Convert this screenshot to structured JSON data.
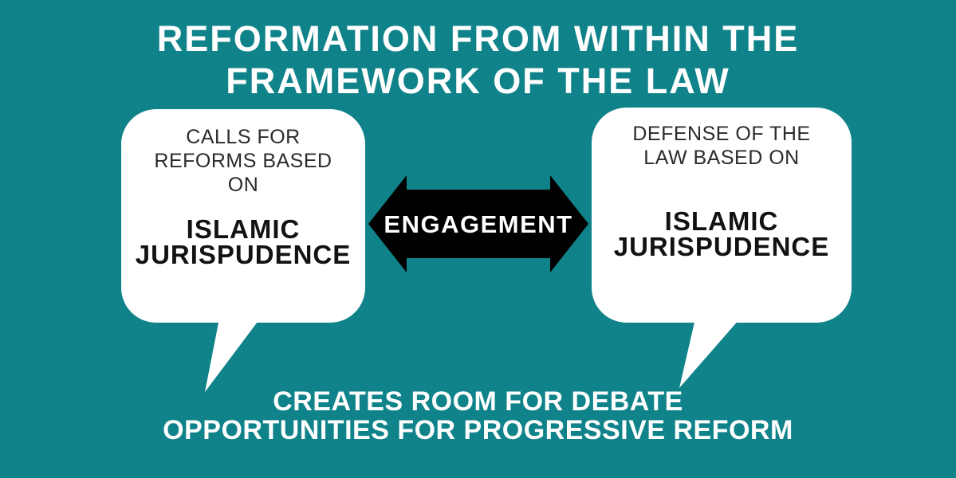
{
  "title": {
    "line1": "REFORMATION FROM WITHIN THE",
    "line2": "FRAMEWORK OF THE LAW"
  },
  "left_bubble": {
    "intro": "CALLS FOR\nREFORMS BASED\nON",
    "emphasis": "ISLAMIC\nJURISPUDENCE"
  },
  "right_bubble": {
    "intro": "DEFENSE OF THE\nLAW BASED ON",
    "emphasis": "ISLAMIC\nJURISPUDENCE"
  },
  "arrow": {
    "label": "ENGAGEMENT"
  },
  "footer": {
    "line1": "CREATES ROOM FOR DEBATE",
    "line2": "OPPORTUNITIES FOR PROGRESSIVE REFORM"
  },
  "colors": {
    "background": "#0F8389",
    "bubble": "#FFFFFF",
    "arrow": "#000000",
    "title_text": "#FFFFFF",
    "bubble_intro_text": "#2B2B2B",
    "bubble_emphasis_text": "#121212",
    "arrow_label_text": "#FFFFFF",
    "footer_text": "#FFFFFF"
  }
}
